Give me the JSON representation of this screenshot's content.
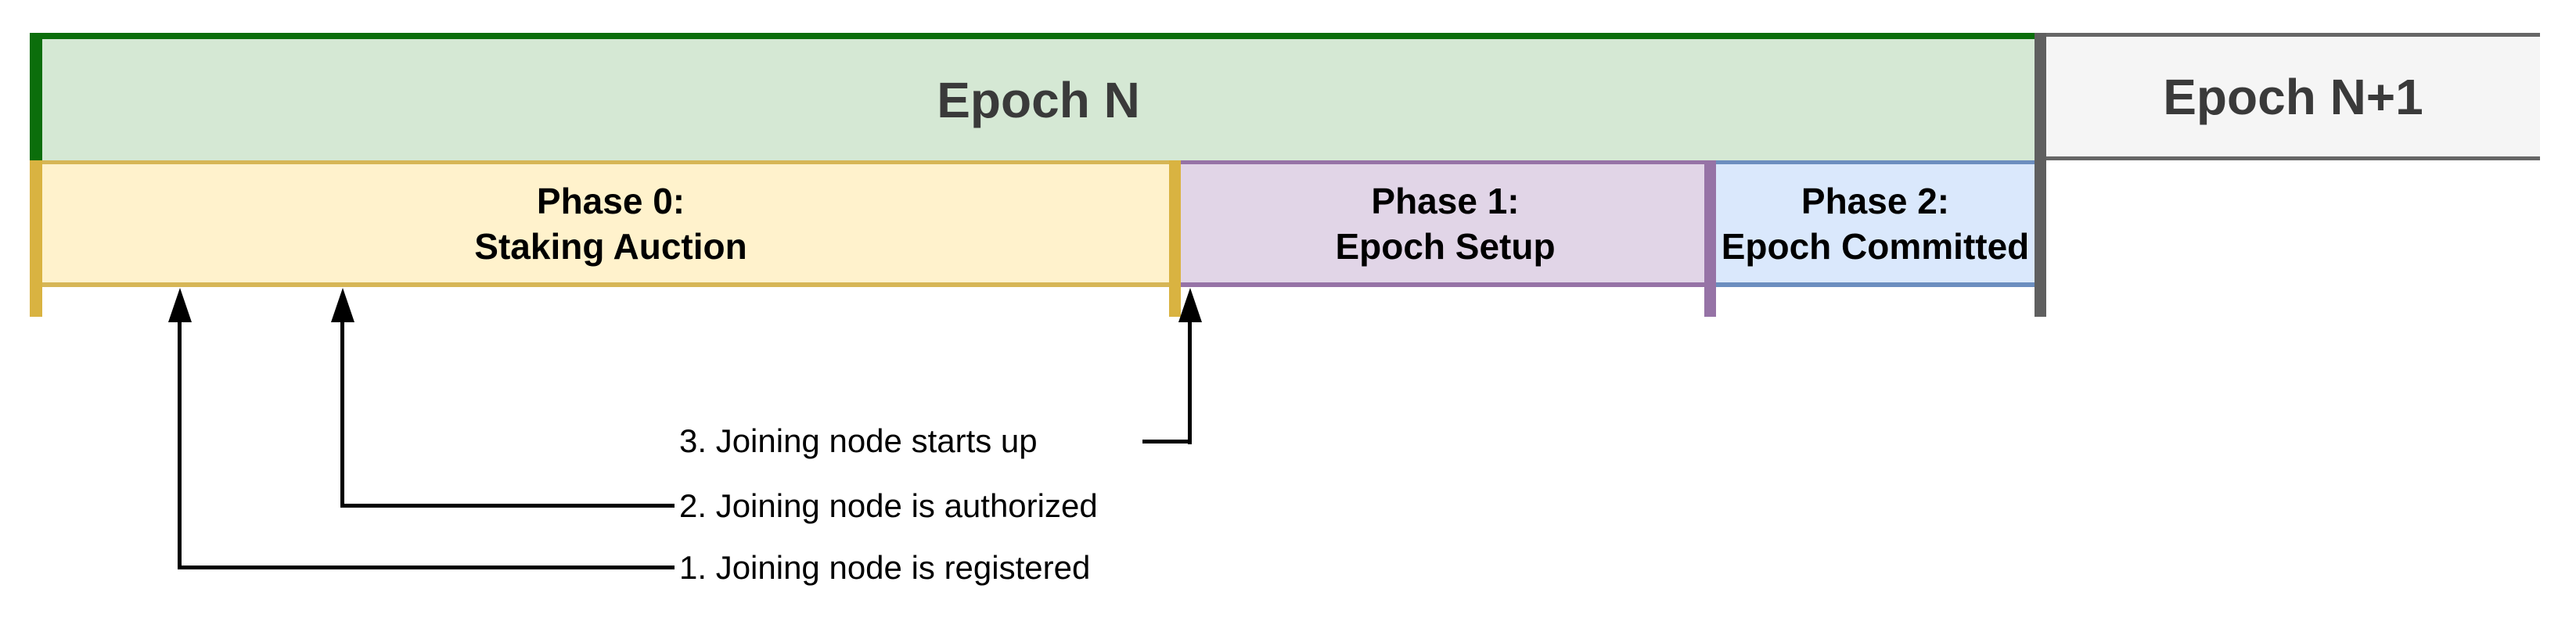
{
  "diagram": {
    "title": "Epoch phase timeline",
    "epoch_n": {
      "label": "Epoch N"
    },
    "epoch_n_plus_1": {
      "label": "Epoch N+1"
    },
    "phases": [
      {
        "line1": "Phase 0:",
        "line2": "Staking Auction"
      },
      {
        "line1": "Phase 1:",
        "line2": "Epoch Setup"
      },
      {
        "line1": "Phase 2:",
        "line2": "Epoch Committed"
      }
    ],
    "annotations": [
      {
        "label": "1. Joining node is registered"
      },
      {
        "label": "2. Joining node is authorized"
      },
      {
        "label": "3. Joining node starts up"
      }
    ],
    "colors": {
      "green_fill": "#d5e8d4",
      "green_stroke": "#0b6e0b",
      "gold_fill": "#fff2cc",
      "gold_stroke": "#d6b656",
      "gold_marker": "#d9b341",
      "purple_fill": "#e1d5e7",
      "purple_stroke": "#9673a6",
      "blue_fill": "#dae8fc",
      "blue_stroke": "#6c8ebf",
      "gray_fill": "#f5f5f5",
      "gray_stroke": "#666666",
      "divider": "#5f5f5f",
      "arrow": "#000000",
      "epoch_text": "#3a3a3a",
      "phase_text": "#000000",
      "label_text": "#000000"
    }
  }
}
